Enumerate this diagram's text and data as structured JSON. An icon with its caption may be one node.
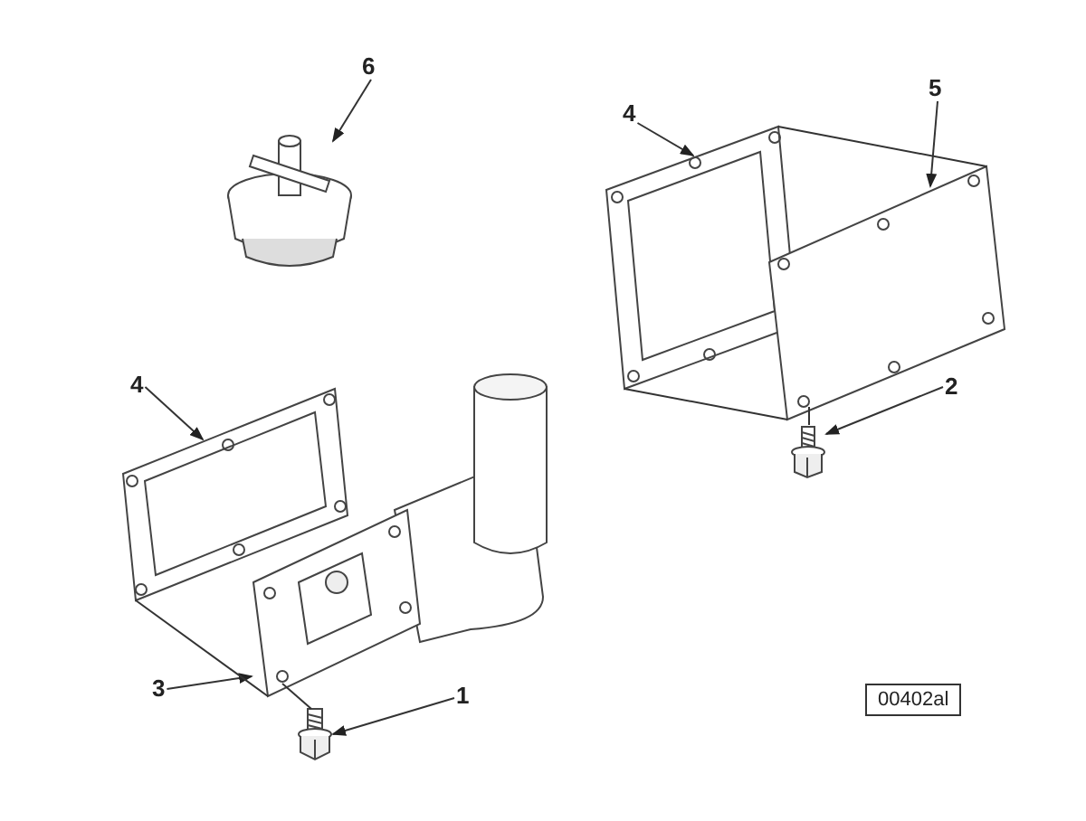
{
  "diagram": {
    "nodes": [
      {
        "text": [
          "6"
        ]
      },
      {
        "text": [],
        "shape": "picture"
      },
      {
        "text": [
          "4"
        ]
      },
      {
        "text": [],
        "shape": "picture"
      },
      {
        "text": [
          "5"
        ]
      },
      {
        "text": [],
        "shape": "picture"
      },
      {
        "text": [
          "2"
        ]
      },
      {
        "text": [],
        "shape": "picture"
      },
      {
        "text": [
          "4"
        ]
      },
      {
        "text": [],
        "shape": "picture"
      },
      {
        "text": [],
        "shape": "picture"
      },
      {
        "text": [
          "3"
        ]
      },
      {
        "text": [
          "1"
        ]
      },
      {
        "text": [],
        "shape": "picture"
      }
    ],
    "edges": [
      {
        "from": 0,
        "to": 1,
        "arrow": "to"
      },
      {
        "from": 2,
        "to": 3,
        "arrow": "to"
      },
      {
        "from": 4,
        "to": 5,
        "arrow": "to"
      },
      {
        "from": 6,
        "to": 7,
        "arrow": "to"
      },
      {
        "from": 8,
        "to": 9,
        "arrow": "to"
      },
      {
        "from": 11,
        "to": 10,
        "arrow": "to"
      },
      {
        "from": 12,
        "to": 13,
        "arrow": "to"
      },
      {
        "from": 3,
        "to": 5,
        "arrow": "none"
      },
      {
        "from": 3,
        "to": 5,
        "arrow": "none"
      },
      {
        "from": 5,
        "to": 7,
        "arrow": "none"
      },
      {
        "from": 9,
        "to": 10,
        "arrow": "none"
      },
      {
        "from": 10,
        "to": 13,
        "arrow": "none"
      }
    ],
    "labels": [
      "00402al"
    ]
  }
}
